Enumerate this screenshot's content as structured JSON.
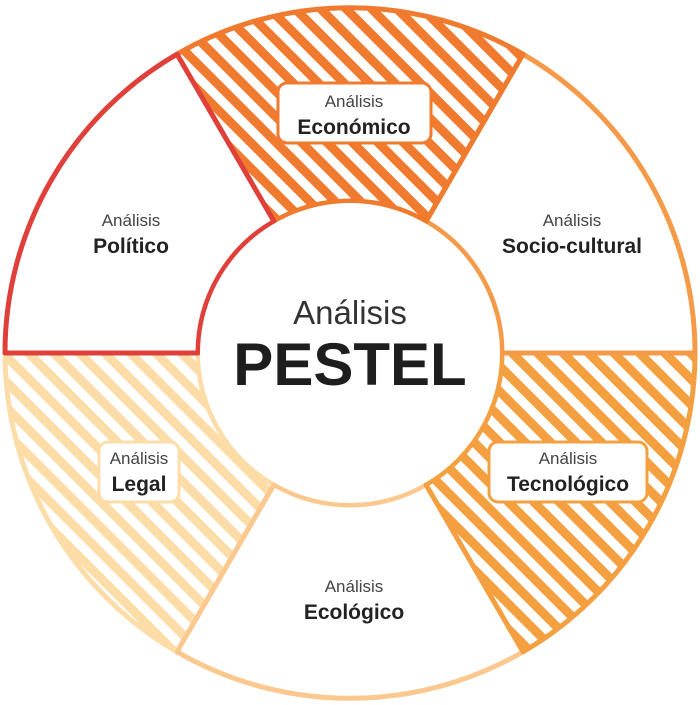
{
  "center": {
    "line1": "Análisis",
    "line2": "PESTEL"
  },
  "segments": [
    {
      "key": "politico",
      "small": "Análisis",
      "big": "Político",
      "color": "#E0403A",
      "pattern": "none"
    },
    {
      "key": "economico",
      "small": "Análisis",
      "big": "Económico",
      "color": "#F07A2E",
      "pattern": "hatched"
    },
    {
      "key": "sociocultural",
      "small": "Análisis",
      "big": "Socio-cultural",
      "color": "#F59A48",
      "pattern": "none"
    },
    {
      "key": "tecnologico",
      "small": "Análisis",
      "big": "Tecnológico",
      "color": "#F5A040",
      "pattern": "hatched"
    },
    {
      "key": "ecologico",
      "small": "Análisis",
      "big": "Ecológico",
      "color": "#FBC98F",
      "pattern": "none"
    },
    {
      "key": "legal",
      "small": "Análisis",
      "big": "Legal",
      "color": "#FCDDA8",
      "pattern": "hatched"
    }
  ]
}
